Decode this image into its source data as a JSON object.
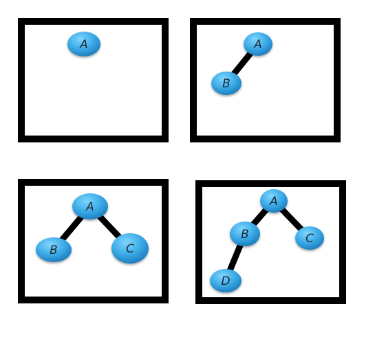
{
  "colors": {
    "frame": "#000000",
    "edge": "#000000",
    "node_light": "#7fd6ff",
    "node_mid": "#3aa9e6",
    "node_dark": "#1a78b8",
    "label": "#1d2a33",
    "background": "#ffffff"
  },
  "panels": [
    {
      "nodes": [
        {
          "id": "A",
          "label": "A"
        }
      ],
      "edges": []
    },
    {
      "nodes": [
        {
          "id": "A",
          "label": "A"
        },
        {
          "id": "B",
          "label": "B"
        }
      ],
      "edges": [
        [
          "A",
          "B"
        ]
      ]
    },
    {
      "nodes": [
        {
          "id": "A",
          "label": "A"
        },
        {
          "id": "B",
          "label": "B"
        },
        {
          "id": "C",
          "label": "C"
        }
      ],
      "edges": [
        [
          "A",
          "B"
        ],
        [
          "A",
          "C"
        ]
      ]
    },
    {
      "nodes": [
        {
          "id": "A",
          "label": "A"
        },
        {
          "id": "B",
          "label": "B"
        },
        {
          "id": "C",
          "label": "C"
        },
        {
          "id": "D",
          "label": "D"
        }
      ],
      "edges": [
        [
          "A",
          "B"
        ],
        [
          "A",
          "C"
        ],
        [
          "B",
          "D"
        ]
      ]
    }
  ]
}
